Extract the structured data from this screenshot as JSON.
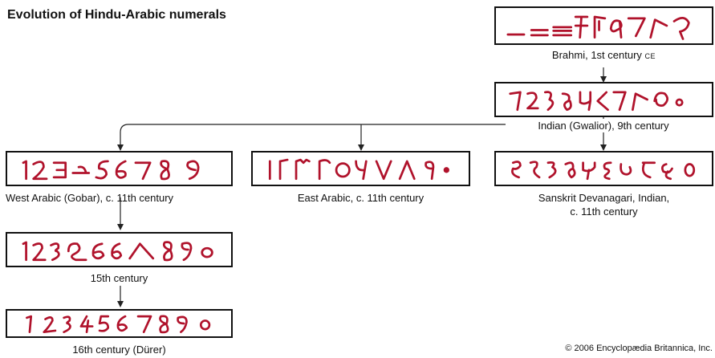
{
  "title": "Evolution of Hindu-Arabic numerals",
  "colors": {
    "numeral": "#b0122b",
    "line": "#222222"
  },
  "stages": {
    "brahmi": {
      "label": "Brahmi, 1st century",
      "suffix": "CE",
      "glyph_count": 9
    },
    "gwalior": {
      "label": "Indian (Gwalior), 9th century",
      "glyph_count": 10
    },
    "west_arabic": {
      "label": "West Arabic (Gobar), c. 11th century",
      "glyph_count": 9
    },
    "east_arabic": {
      "label": "East Arabic, c. 11th century",
      "glyph_count": 10
    },
    "sanskrit": {
      "label_line1": "Sanskrit Devanagari, Indian,",
      "label_line2": "c. 11th century",
      "glyph_count": 10
    },
    "c15": {
      "label": "15th century",
      "glyph_count": 10
    },
    "durer": {
      "label": "16th century (Dürer)",
      "glyph_count": 10
    }
  },
  "credit": "© 2006 Encyclopædia Britannica, Inc."
}
